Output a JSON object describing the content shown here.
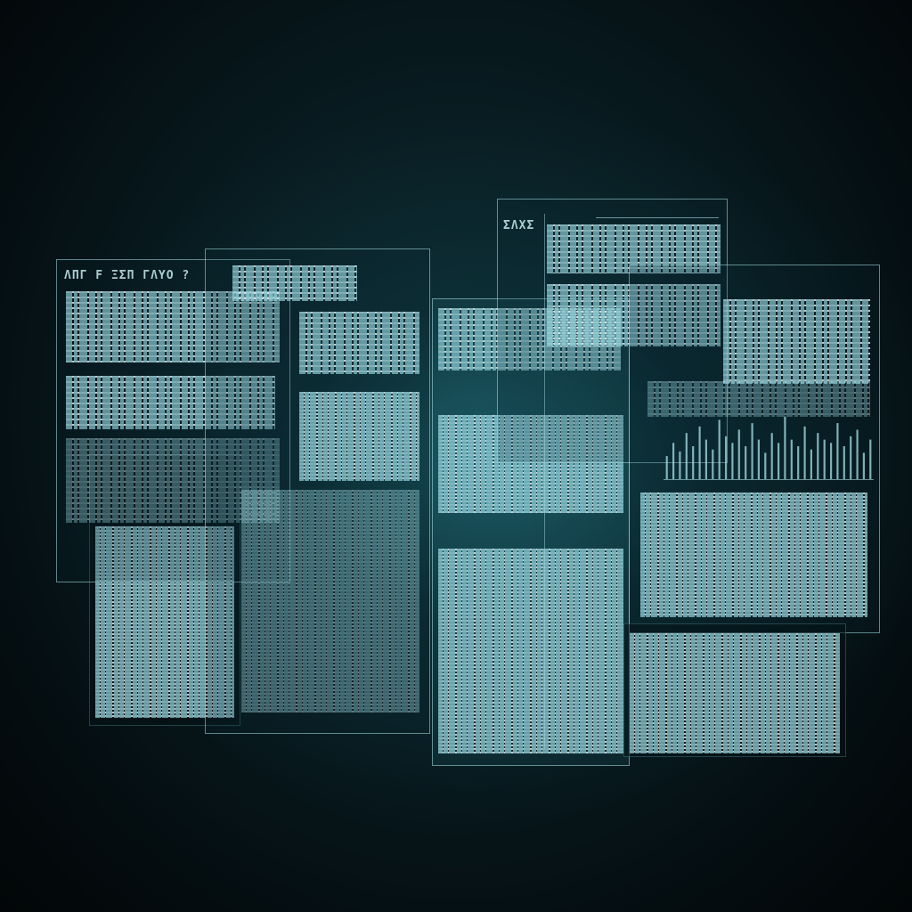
{
  "scene": {
    "description_free": true,
    "palette": {
      "background_dark": "#040c0f",
      "glow": "#2896a5",
      "text_teal": "#96d7e1",
      "border": "#aae1e8"
    }
  },
  "panels": [
    {
      "heading": "ΛΠΓ F ΞΣΠ ΓΛΥΟ ?"
    },
    {
      "heading": ""
    },
    {
      "heading": ""
    },
    {
      "heading": "ΣΛΧΣ"
    },
    {
      "heading": ""
    },
    {
      "heading": ""
    },
    {
      "heading": ""
    }
  ],
  "chart_data": {
    "type": "bar",
    "categories": [],
    "values": [
      0.35,
      0.55,
      0.42,
      0.7,
      0.5,
      0.8,
      0.6,
      0.45,
      0.9,
      0.65,
      0.55,
      0.75,
      0.5,
      0.85,
      0.6,
      0.4,
      0.7,
      0.55,
      0.95,
      0.6,
      0.5,
      0.8,
      0.45,
      0.7,
      0.6,
      0.55,
      0.85,
      0.5,
      0.65,
      0.75,
      0.4,
      0.6
    ],
    "title": "",
    "xlabel": "",
    "ylabel": ""
  }
}
